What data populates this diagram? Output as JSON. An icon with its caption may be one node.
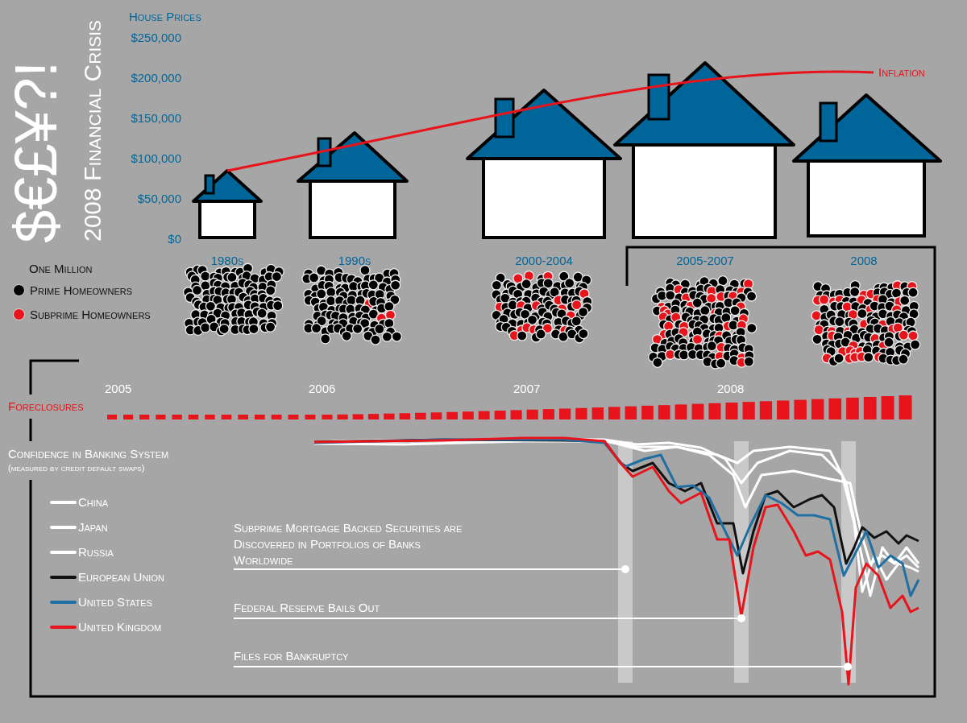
{
  "diagram": {
    "title": "$€£¥?!",
    "nodes": [
      {
        "text": [
          "Subprime Mortgage Backed Securities are Discovered in Portfolios of Banks Worldwide"
        ]
      },
      {
        "text": [
          "Federal Reserve Bails Out"
        ]
      },
      {
        "text": [
          "Files for Bankruptcy"
        ]
      },
      {
        "text": [],
        "shape": "circle"
      },
      {
        "text": [],
        "shape": "circle"
      },
      {
        "text": [],
        "shape": "circle"
      }
    ],
    "edges": [
      {
        "from": 0,
        "to": 3,
        "arrow": "none"
      },
      {
        "from": 1,
        "to": 4,
        "arrow": "none"
      },
      {
        "from": 2,
        "to": 5,
        "arrow": "none"
      }
    ],
    "labels": [
      "2008 Financial Crisis",
      "House Prices",
      "$250,000",
      "$200,000",
      "$150,000",
      "$100,000",
      "$50,000",
      "$0",
      "Inflation",
      "1980s",
      "1990s",
      "2000-2004",
      "2005-2007",
      "2008",
      "One Million",
      "2005",
      "2006",
      "2007",
      "2008",
      "Foreclosures",
      "Confidence in Banking System",
      "(measured by credit default swaps)"
    ],
    "legend": [
      {
        "text": "Prime Homeowners",
        "color": "#000000"
      },
      {
        "text": "Subprime Homeowners",
        "color": "#e8141b"
      },
      {
        "text": "China"
      },
      {
        "text": "Japan"
      },
      {
        "text": "Russia"
      },
      {
        "text": "European Union"
      },
      {
        "text": "United States"
      },
      {
        "text": "United Kingdom"
      }
    ]
  }
}
